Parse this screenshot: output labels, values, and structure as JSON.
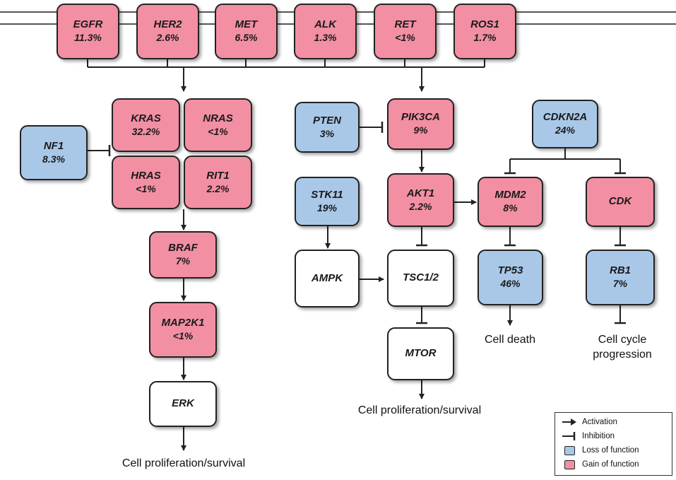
{
  "colors": {
    "gain": "#f28fa3",
    "loss": "#a9c8e8",
    "neutral": "#ffffff",
    "line": "#222222"
  },
  "receptors": [
    {
      "name": "EGFR",
      "pct": "11.3%",
      "type": "gain"
    },
    {
      "name": "HER2",
      "pct": "2.6%",
      "type": "gain"
    },
    {
      "name": "MET",
      "pct": "6.5%",
      "type": "gain"
    },
    {
      "name": "ALK",
      "pct": "1.3%",
      "type": "gain"
    },
    {
      "name": "RET",
      "pct": "<1%",
      "type": "gain"
    },
    {
      "name": "ROS1",
      "pct": "1.7%",
      "type": "gain"
    }
  ],
  "mapk_pathway": {
    "nf1": {
      "name": "NF1",
      "pct": "8.3%",
      "type": "loss"
    },
    "kras": {
      "name": "KRAS",
      "pct": "32.2%",
      "type": "gain"
    },
    "nras": {
      "name": "NRAS",
      "pct": "<1%",
      "type": "gain"
    },
    "hras": {
      "name": "HRAS",
      "pct": "<1%",
      "type": "gain"
    },
    "rit1": {
      "name": "RIT1",
      "pct": "2.2%",
      "type": "gain"
    },
    "braf": {
      "name": "BRAF",
      "pct": "7%",
      "type": "gain"
    },
    "map2k1": {
      "name": "MAP2K1",
      "pct": "<1%",
      "type": "gain"
    },
    "erk": {
      "name": "ERK",
      "pct": "",
      "type": "neutral"
    },
    "outcome": "Cell proliferation/survival"
  },
  "pi3k_pathway": {
    "pten": {
      "name": "PTEN",
      "pct": "3%",
      "type": "loss"
    },
    "pik3ca": {
      "name": "PIK3CA",
      "pct": "9%",
      "type": "gain"
    },
    "stk11": {
      "name": "STK11",
      "pct": "19%",
      "type": "loss"
    },
    "akt1": {
      "name": "AKT1",
      "pct": "2.2%",
      "type": "gain"
    },
    "ampk": {
      "name": "AMPK",
      "pct": "",
      "type": "neutral"
    },
    "tsc": {
      "name": "TSC1/2",
      "pct": "",
      "type": "neutral"
    },
    "mtor": {
      "name": "MTOR",
      "pct": "",
      "type": "neutral"
    },
    "outcome": "Cell proliferation/survival"
  },
  "cell_cycle": {
    "cdkn2a": {
      "name": "CDKN2A",
      "pct": "24%",
      "type": "loss"
    },
    "mdm2": {
      "name": "MDM2",
      "pct": "8%",
      "type": "gain"
    },
    "cdk": {
      "name": "CDK",
      "pct": "",
      "type": "gain"
    },
    "tp53": {
      "name": "TP53",
      "pct": "46%",
      "type": "loss"
    },
    "rb1": {
      "name": "RB1",
      "pct": "7%",
      "type": "loss"
    },
    "death_outcome": "Cell death",
    "cycle_outcome": "Cell cycle progression"
  },
  "legend": {
    "activation": "Activation",
    "inhibition": "Inhibition",
    "loss": "Loss of function",
    "gain": "Gain of function"
  }
}
